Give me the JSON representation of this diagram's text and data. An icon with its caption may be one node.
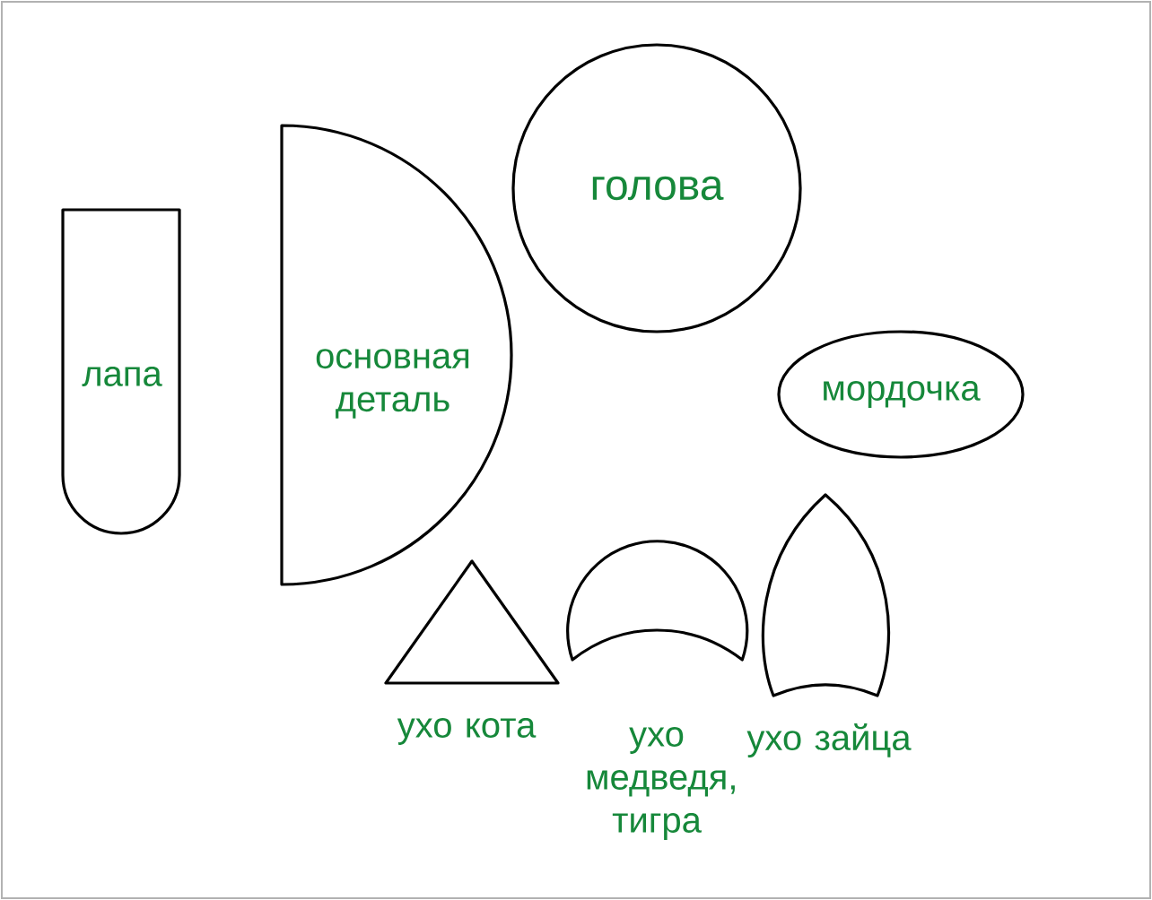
{
  "diagram": {
    "nodes": [
      {
        "text": [
          "лапа"
        ]
      },
      {
        "text": [
          "основная деталь"
        ]
      },
      {
        "text": [
          "голова"
        ]
      },
      {
        "text": [
          "мордочка"
        ]
      },
      {
        "text": [
          "ухо кота"
        ]
      },
      {
        "text": [
          "ухо медведя, тигра"
        ]
      },
      {
        "text": [
          "ухо зайца"
        ]
      }
    ]
  }
}
